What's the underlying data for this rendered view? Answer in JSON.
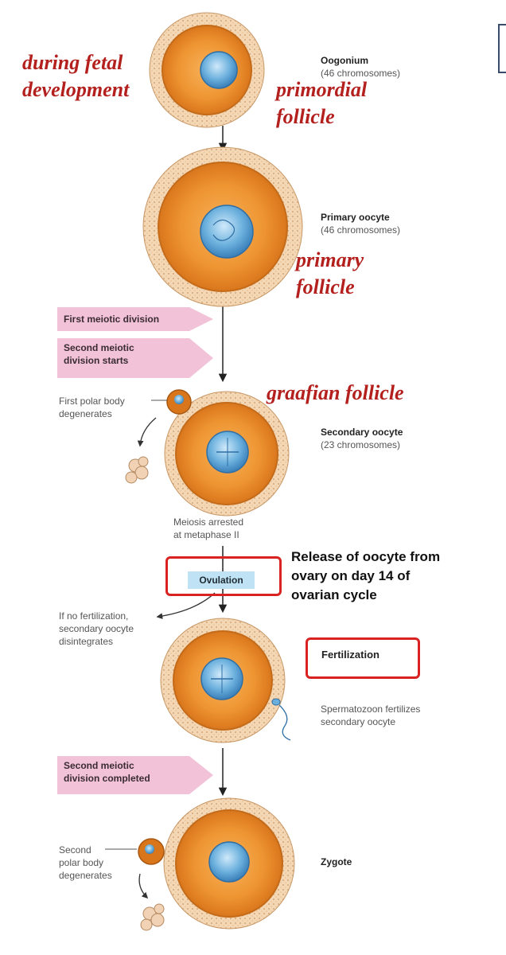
{
  "stages": [
    {
      "name": "Oogonium",
      "chromosomes": "(46 chromosomes)"
    },
    {
      "name": "Primary oocyte",
      "chromosomes": "(46 chromosomes)"
    },
    {
      "name": "Secondary oocyte",
      "chromosomes": "(23 chromosomes)"
    },
    {
      "name": "Zygote",
      "chromosomes": ""
    }
  ],
  "handwritten": {
    "during_fetal": "during fetal\ndevelopment",
    "primordial": "primordial\nfollicle",
    "primary": "primary\nfollicle",
    "graafian": "graafian follicle"
  },
  "division_tags": {
    "first_meiotic": "First meiotic division",
    "second_starts": "Second meiotic\ndivision starts",
    "second_completed": "Second meiotic\ndivision completed"
  },
  "notes": {
    "first_polar": "First polar body\ndegenerates",
    "meiosis_arrested": "Meiosis arrested\nat metaphase II",
    "no_fertilization": "If no fertilization,\nsecondary oocyte\ndisintegrates",
    "spermatozoon": "Spermatozoon fertilizes\nsecondary oocyte",
    "second_polar": "Second\npolar body\ndegenerates"
  },
  "callout": {
    "release": "Release of oocyte from\novary on day 14 of\novarian cycle"
  },
  "ovulation": "Ovulation",
  "fertilization": "Fertilization",
  "colors": {
    "annotation_red": "#b3201d",
    "box_red": "#d92323",
    "tag_pink": "#f2c3d8",
    "ovulation_blue": "#bfe3f4",
    "cell_orange": "#e98c2a",
    "nucleus_blue": "#6bb0dd"
  }
}
